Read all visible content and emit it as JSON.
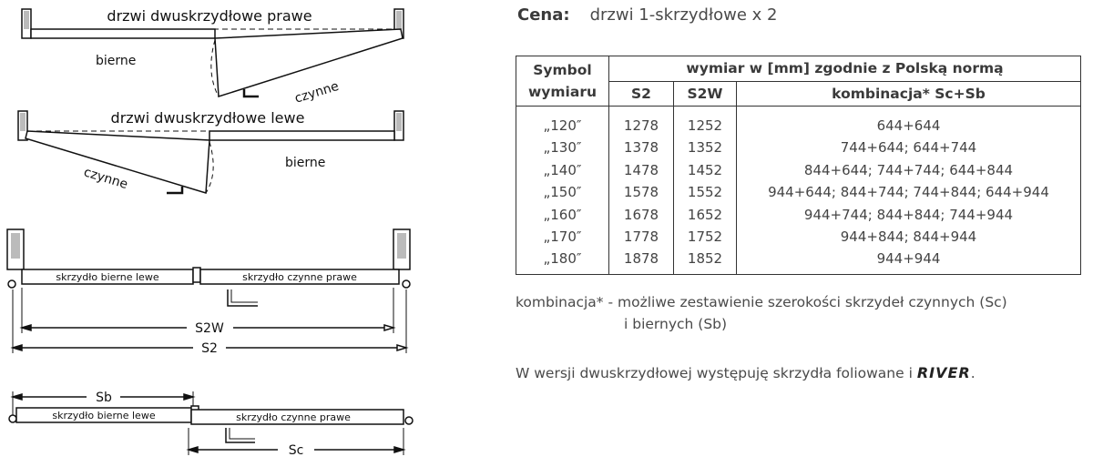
{
  "diagrams": {
    "right_title": "drzwi dwuskrzydłowe prawe",
    "right_passive": "bierne",
    "right_active": "czynne",
    "left_title": "drzwi dwuskrzydłowe lewe",
    "left_active": "czynne",
    "left_passive": "bierne",
    "plan1_passive": "skrzydło bierne lewe",
    "plan1_active": "skrzydło czynne prawe",
    "dim_s2w": "S2W",
    "dim_s2": "S2",
    "dim_sb": "Sb",
    "plan2_passive": "skrzydło bierne lewe",
    "plan2_active": "skrzydło czynne prawe",
    "dim_sc": "Sc"
  },
  "price": {
    "label": "Cena:",
    "value": "drzwi 1-skrzydłowe x 2"
  },
  "table": {
    "col_symbol": "Symbol wymiaru",
    "group_header": "wymiar w [mm] zgodnie z Polską normą",
    "col_s2": "S2",
    "col_s2w": "S2W",
    "col_combo": "kombinacja* Sc+Sb",
    "rows": [
      {
        "symbol": "„120″",
        "s2": "1278",
        "s2w": "1252",
        "combo": "644+644"
      },
      {
        "symbol": "„130″",
        "s2": "1378",
        "s2w": "1352",
        "combo": "744+644; 644+744"
      },
      {
        "symbol": "„140″",
        "s2": "1478",
        "s2w": "1452",
        "combo": "844+644; 744+744; 644+844"
      },
      {
        "symbol": "„150″",
        "s2": "1578",
        "s2w": "1552",
        "combo": "944+644; 844+744; 744+844; 644+944"
      },
      {
        "symbol": "„160″",
        "s2": "1678",
        "s2w": "1652",
        "combo": "944+744; 844+844; 744+944"
      },
      {
        "symbol": "„170″",
        "s2": "1778",
        "s2w": "1752",
        "combo": "944+844; 844+944"
      },
      {
        "symbol": "„180″",
        "s2": "1878",
        "s2w": "1852",
        "combo": "944+944"
      }
    ]
  },
  "note": {
    "line1": "kombinacja* - możliwe zestawienie szerokości skrzydeł czynnych (Sc)",
    "line2": "i biernych (Sb)"
  },
  "wersja": {
    "text": "W wersji dwuskrzydłowej występuję skrzydła foliowane i ",
    "brand": "RIVER",
    "end": "."
  }
}
